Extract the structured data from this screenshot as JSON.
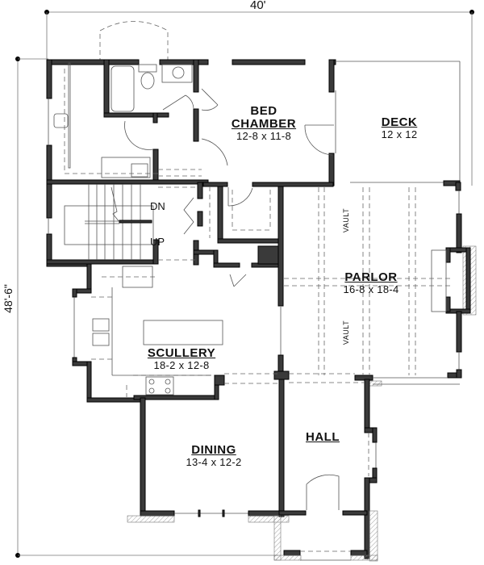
{
  "dimensions": {
    "width": "40'",
    "depth": "48'-6\""
  },
  "rooms": [
    {
      "id": "bed-chamber",
      "name_line1": "BED",
      "name_line2": "CHAMBER",
      "size": "12-8 x 11-8"
    },
    {
      "id": "deck",
      "name": "DECK",
      "size": "12 x 12"
    },
    {
      "id": "parlor",
      "name": "PARLOR",
      "size": "16-8 x 18-4"
    },
    {
      "id": "scullery",
      "name": "SCULLERY",
      "size": "18-2 x 12-8"
    },
    {
      "id": "dining",
      "name": "DINING",
      "size": "13-4 x 12-2"
    },
    {
      "id": "hall",
      "name": "HALL"
    }
  ],
  "stairs": {
    "down_label": "DN",
    "up_label": "UP"
  },
  "annotations": {
    "vault_top": "VAULT",
    "vault_bottom": "VAULT"
  }
}
